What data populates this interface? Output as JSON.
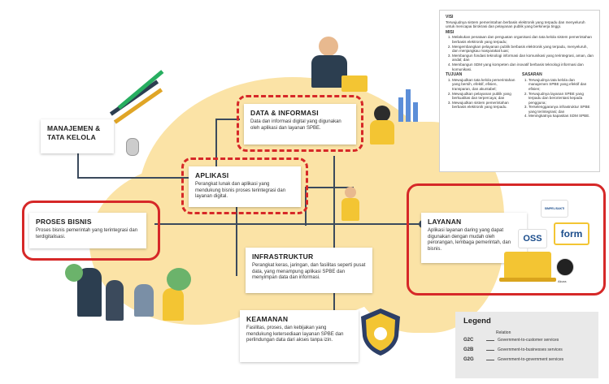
{
  "manajemen": {
    "title": "MANAJEMEN & TATA KELOLA"
  },
  "data_informasi": {
    "title": "DATA & INFORMASI",
    "desc": "Data dan informasi digital yang digunakan oleh aplikasi dan layanan SPBE."
  },
  "aplikasi": {
    "title": "APLIKASI",
    "desc": "Perangkat lunak dan aplikasi yang mendukung bisnis proses terintegrasi dan layanan digital."
  },
  "proses_bisnis": {
    "title": "PROSES BISNIS",
    "desc": "Proses bisnis pemerintah yang terintegrasi dan terdigitalisasi."
  },
  "infrastruktur": {
    "title": "INFRASTRUKTUR",
    "desc": "Perangkat keras, jaringan, dan fasilitas seperti pusat data, yang menampung aplikasi SPBE dan menyimpan data dan informasi."
  },
  "keamanan": {
    "title": "KEAMANAN",
    "desc": "Fasilitas, proses, dan kebijakan yang mendukung ketersediaan layanan SPBE dan perlindungan data dari akses tanpa izin."
  },
  "layanan": {
    "title": "LAYANAN",
    "desc": "Aplikasi layanan daring yang dapat digunakan dengan mudah oleh perorangan, lembaga pemerintah, dan bisnis."
  },
  "logos": {
    "oss": "OSS",
    "form": "form",
    "smart": "SIMPEL/SAKTI",
    "akura": "Akura"
  },
  "visi_misi": {
    "visi_title": "VISI",
    "visi_text": "Terwujudnya sistem pemerintahan berbasis elektronik yang terpadu dan menyeluruh untuk mencapai birokrasi dan pelayanan publik yang berkinerja tinggi.",
    "misi_title": "MISI",
    "misi": [
      "Melakukan penataan dan penguatan organisasi dan tata kelola sistem pemerintahan berbasis elektronik yang terpadu;",
      "Mengembangkan pelayanan publik berbasis elektronik yang terpadu, menyeluruh, dan menjangkau masyarakat luas;",
      "Membangun fondasi teknologi informasi dan komunikasi yang terintegrasi, aman, dan andal; dan",
      "Membangun SDM yang kompeten dan inovatif berbasis teknologi informasi dan komunikasi."
    ],
    "tujuan_title": "TUJUAN",
    "tujuan": [
      "Mewujudkan tata kelola pemerintahan yang bersih, efektif, efisien, transparan, dan akuntabel;",
      "Mewujudkan pelayanan publik yang berkualitas dan terpercaya; dan",
      "Mewujudkan sistem pemerintahan berbasis elektronik yang terpadu."
    ],
    "sasaran_title": "SASARAN",
    "sasaran": [
      "Terwujudnya tata kelola dan manajemen SPBE yang efektif dan efisien;",
      "Terwujudnya layanan SPBE yang terpadu dan berorientasi kepada pengguna;",
      "Terselenggaranya infrastruktur SPBE yang terintegrasi; dan",
      "Meningkatnya kapasitas SDM SPBE."
    ]
  },
  "legend": {
    "title": "Legend",
    "relation_header": "Relation",
    "rows": [
      {
        "code": "G2C",
        "label": "Government-to-customer services"
      },
      {
        "code": "G2B",
        "label": "Government-to-businesses services"
      },
      {
        "code": "G2G",
        "label": "Government-to-government services"
      }
    ]
  },
  "colors": {
    "accent_red": "#d62828",
    "blob": "#fbe3a6",
    "dark_line": "#3b4a5c",
    "gold": "#f3c533"
  }
}
